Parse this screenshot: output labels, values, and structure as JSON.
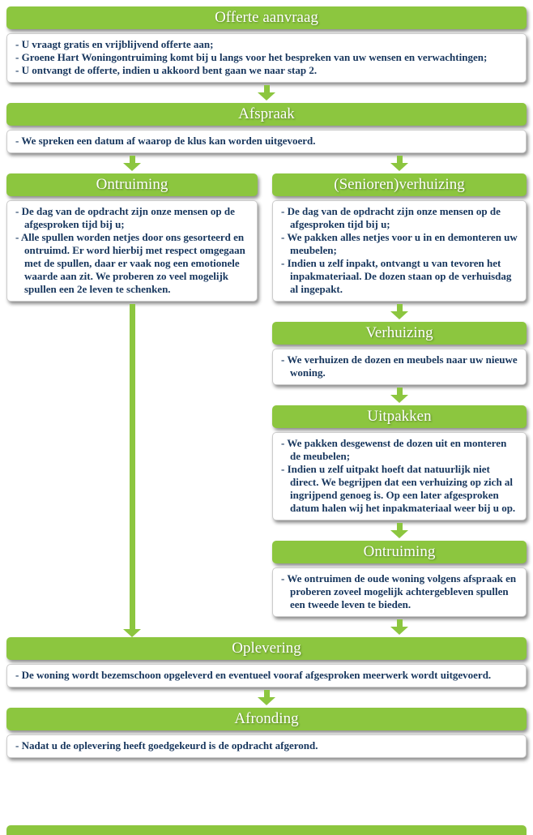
{
  "theme": {
    "green": "#8cc63f",
    "body_text": "#17365d",
    "header_text": "#ffffff"
  },
  "nodes": {
    "offerte": {
      "title": "Offerte aanvraag",
      "bullets": [
        "- U vraagt gratis en vrijblijvend offerte aan;",
        "- Groene Hart Woningontruiming komt bij u langs voor het bespreken van uw wensen en verwachtingen;",
        "- U ontvangt de offerte, indien u akkoord bent gaan we naar stap 2."
      ]
    },
    "afspraak": {
      "title": "Afspraak",
      "bullets": [
        "- We spreken een datum af waarop de klus kan worden uitgevoerd."
      ]
    },
    "ontruiming_links": {
      "title": "Ontruiming",
      "bullets": [
        "- De dag van de opdracht zijn onze mensen op de afgesproken tijd bij u;",
        "- Alle spullen worden netjes door ons gesorteerd en ontruimd. Er word hierbij met respect omgegaan met de spullen, daar er vaak nog een emotionele waarde aan zit. We proberen zo veel mogelijk spullen een 2e leven te schenken."
      ]
    },
    "seniorenverhuizing": {
      "title": "(Senioren)verhuizing",
      "bullets": [
        "- De dag van de opdracht zijn onze mensen op de afgesproken tijd bij u;",
        "- We pakken alles netjes voor u in en demonteren uw meubelen;",
        "- Indien u zelf inpakt, ontvangt u van tevoren het inpakmateriaal. De dozen staan op de verhuisdag al ingepakt."
      ]
    },
    "verhuizing": {
      "title": "Verhuizing",
      "bullets": [
        "- We verhuizen de dozen en meubels naar uw nieuwe woning."
      ]
    },
    "uitpakken": {
      "title": "Uitpakken",
      "bullets": [
        "- We pakken desgewenst de dozen uit en monteren de meubelen;",
        "- Indien u zelf uitpakt hoeft dat natuurlijk niet direct. We begrijpen dat een verhuizing op zich al ingrijpend genoeg is. Op een later afgesproken datum halen wij het inpakmateriaal weer bij u op."
      ]
    },
    "ontruiming_rechts": {
      "title": "Ontruiming",
      "bullets": [
        "- We ontruimen de oude woning volgens afspraak en proberen zoveel mogelijk achtergebleven spullen een tweede leven te bieden."
      ]
    },
    "oplevering": {
      "title": "Oplevering",
      "bullets": [
        "- De woning wordt bezemschoon opgeleverd en eventueel vooraf afgesproken meerwerk wordt uitgevoerd."
      ]
    },
    "afronding": {
      "title": "Afronding",
      "bullets": [
        "- Nadat u de oplevering heeft goedgekeurd is de opdracht afgerond."
      ]
    }
  }
}
